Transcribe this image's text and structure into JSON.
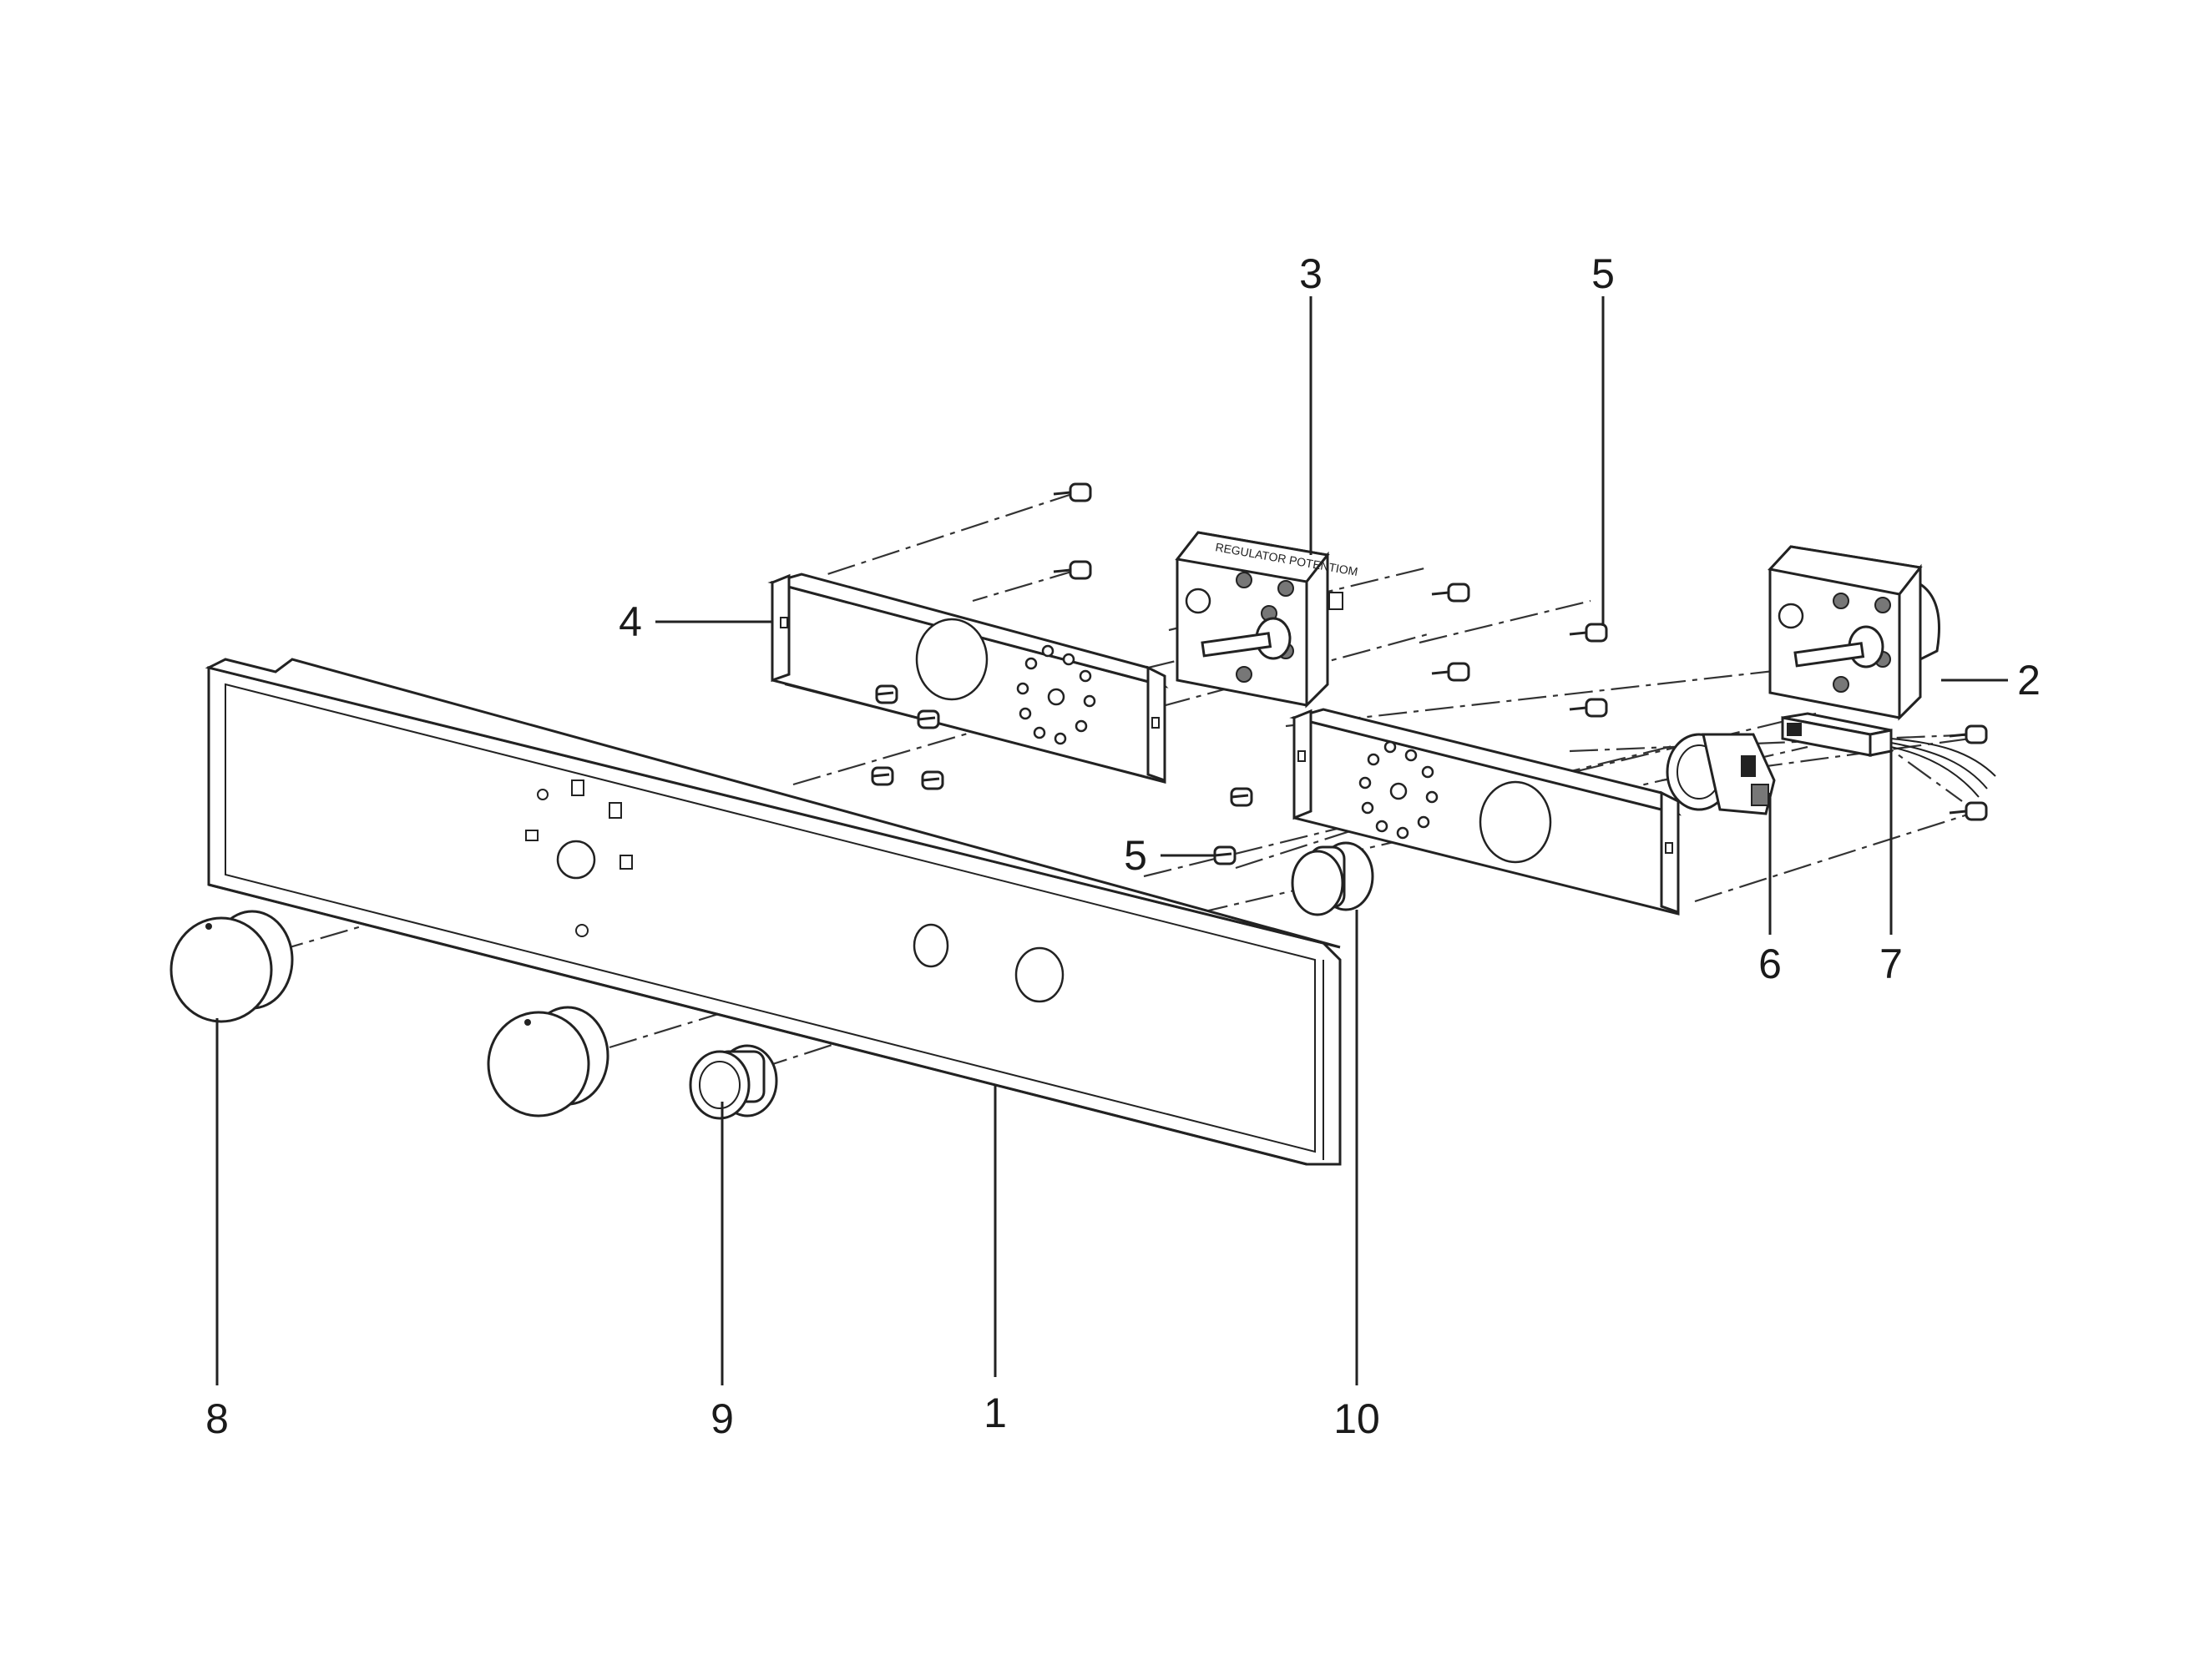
{
  "diagram": {
    "callouts": [
      {
        "id": "c1",
        "text": "1"
      },
      {
        "id": "c2",
        "text": "2"
      },
      {
        "id": "c3",
        "text": "3"
      },
      {
        "id": "c4",
        "text": "4"
      },
      {
        "id": "c5a",
        "text": "5"
      },
      {
        "id": "c5b",
        "text": "5"
      },
      {
        "id": "c6",
        "text": "6"
      },
      {
        "id": "c7",
        "text": "7"
      },
      {
        "id": "c8",
        "text": "8"
      },
      {
        "id": "c9",
        "text": "9"
      },
      {
        "id": "c10",
        "text": "10"
      }
    ],
    "module_label": "REGULATOR POTENTIOM",
    "colors": {
      "line": "#222222",
      "background": "#ffffff"
    }
  }
}
